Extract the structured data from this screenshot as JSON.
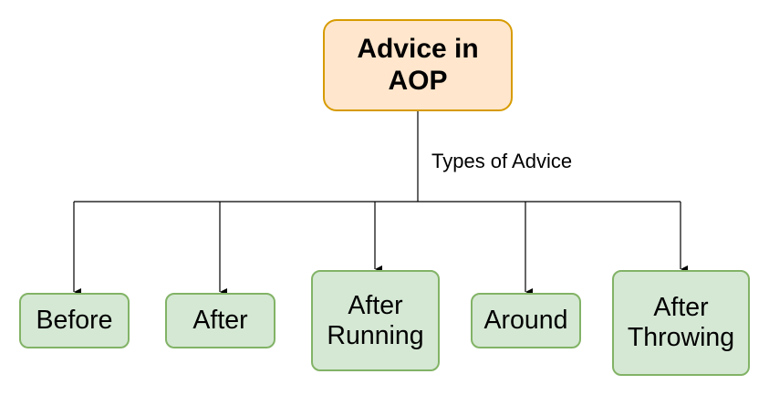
{
  "root": {
    "label": "Advice in\nAOP",
    "fill": "#ffe6cc",
    "stroke": "#d79b00"
  },
  "edge_label": "Types of Advice",
  "children": [
    {
      "label": "Before"
    },
    {
      "label": "After"
    },
    {
      "label": "After\nRunning"
    },
    {
      "label": "Around"
    },
    {
      "label": "After\nThrowing"
    }
  ],
  "child_style": {
    "fill": "#d5e8d4",
    "stroke": "#82b366"
  },
  "line_color": "#000000"
}
